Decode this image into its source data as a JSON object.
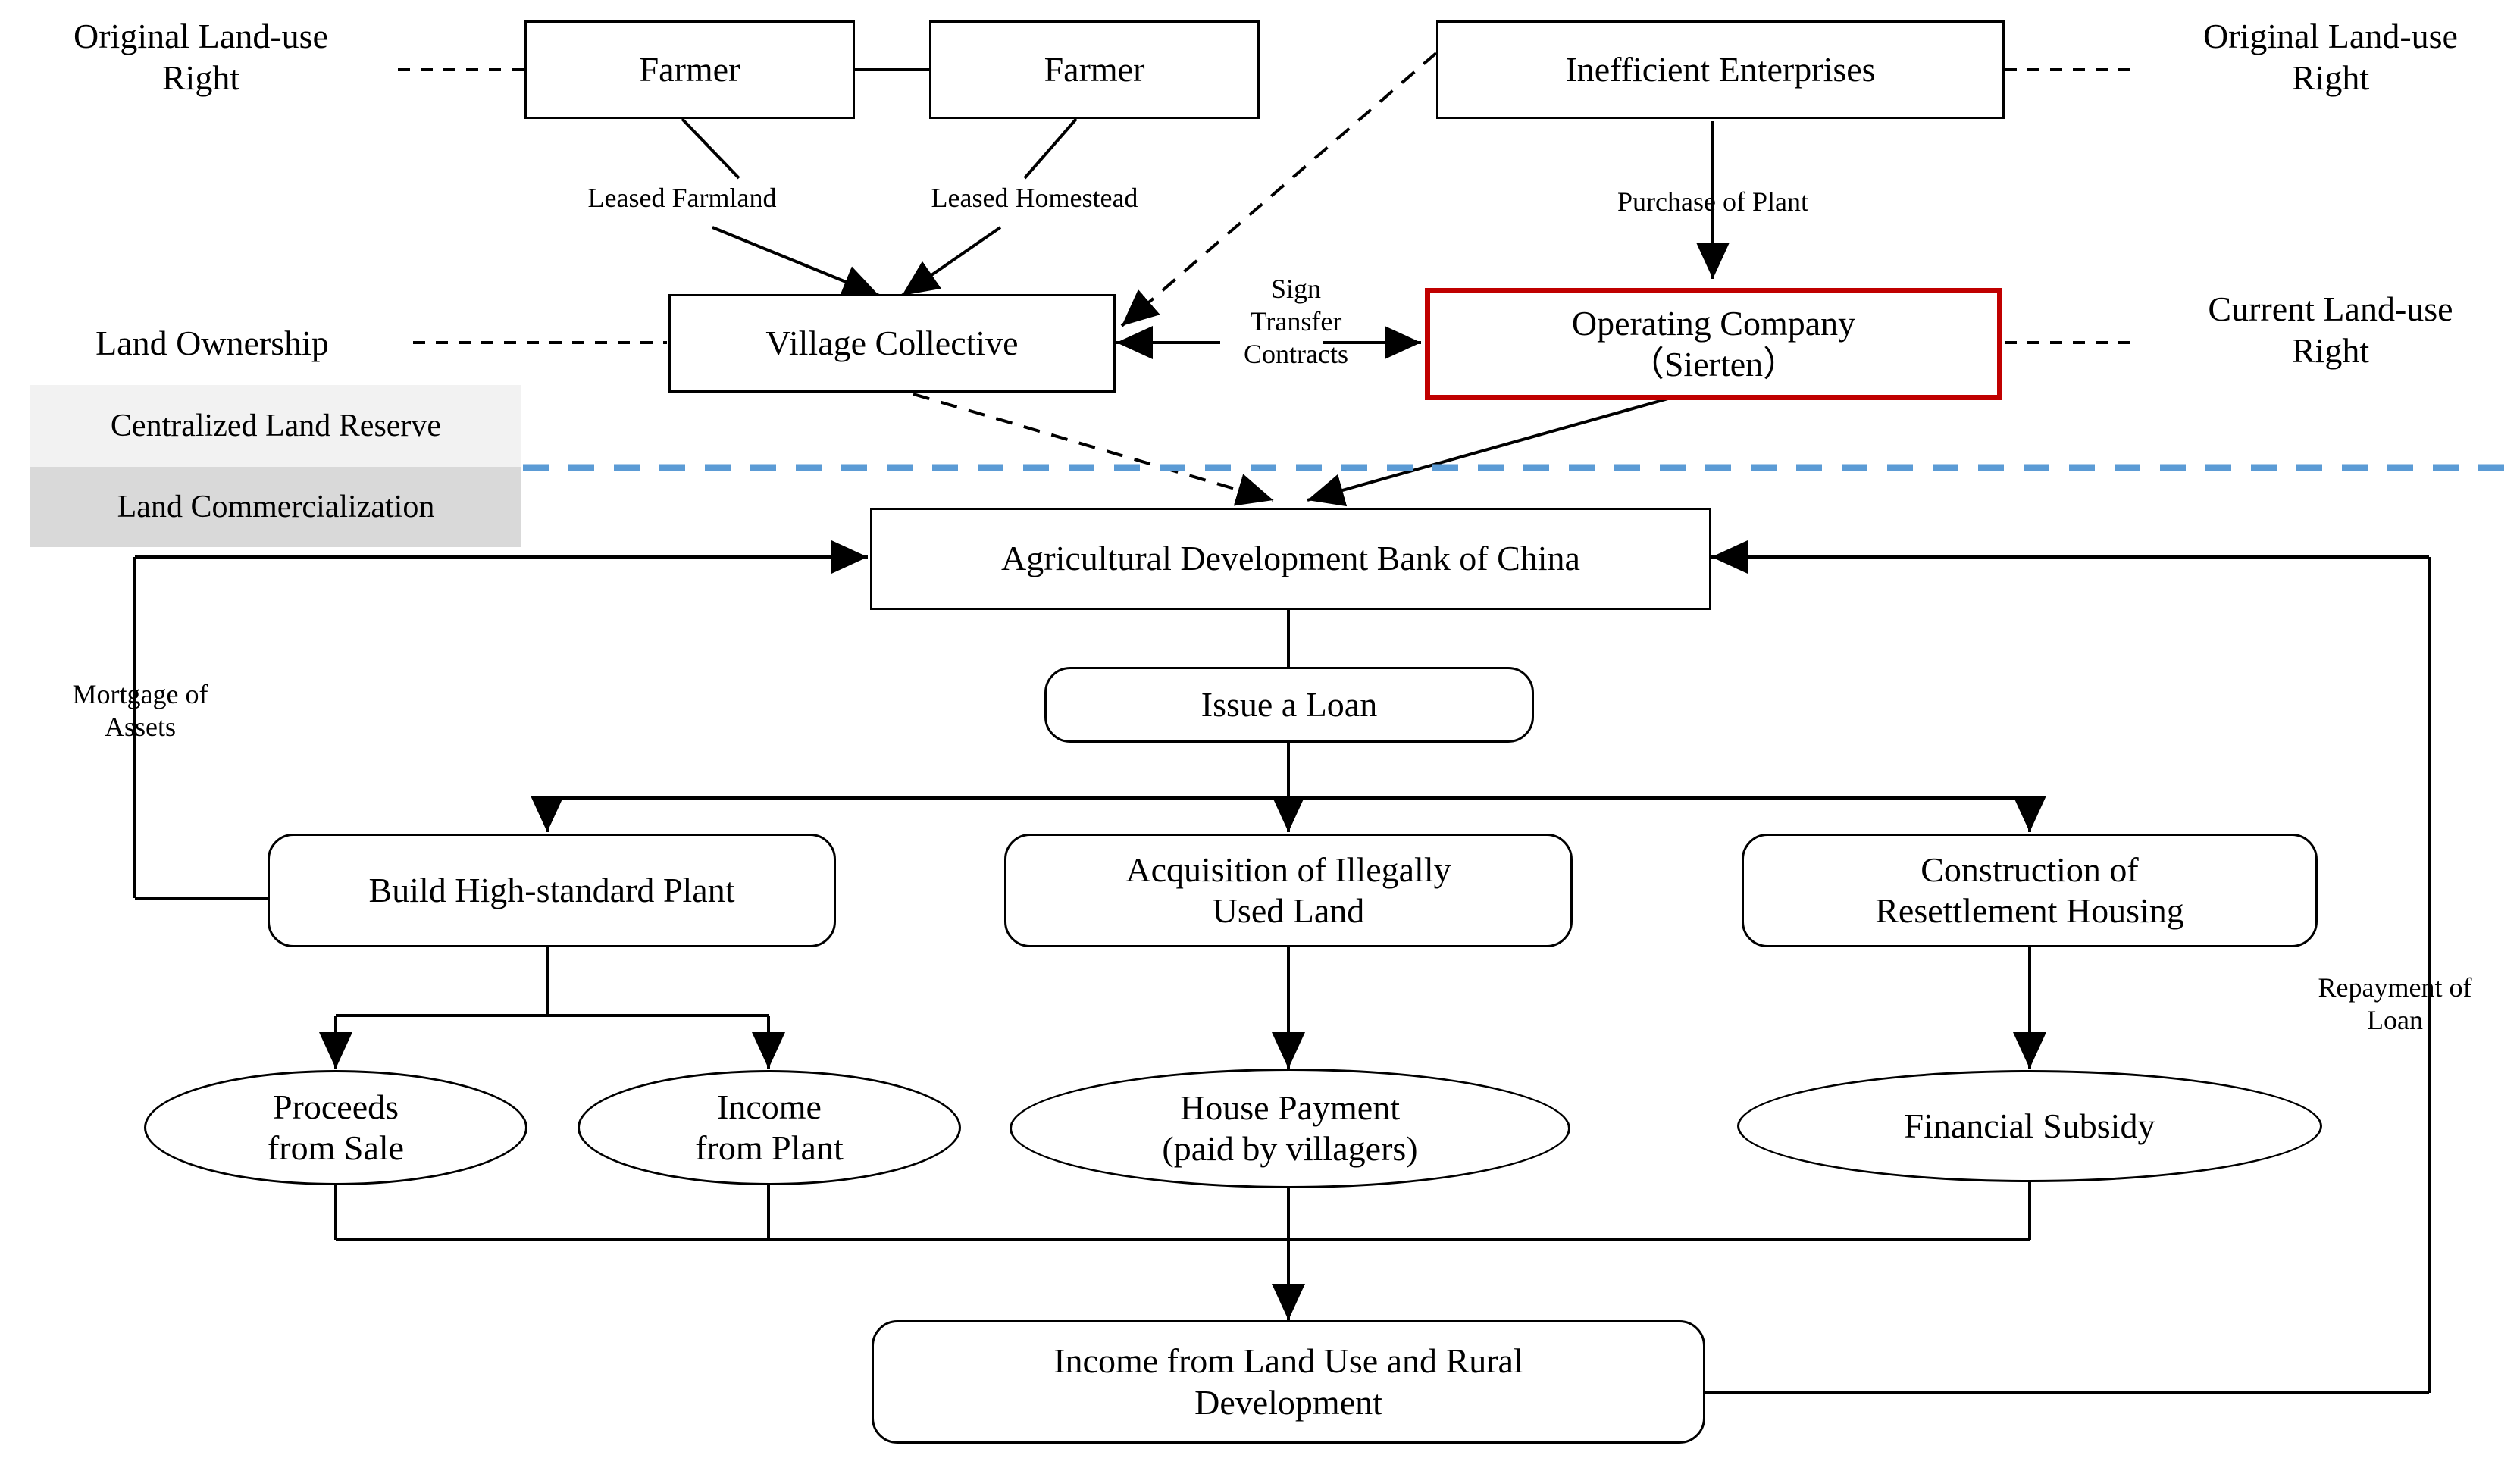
{
  "diagram": {
    "title": "Land reserve and commercialization financing flow",
    "colors": {
      "ink": "#000000",
      "accent_red": "#C00000",
      "divider_blue": "#5B9BD5",
      "tag_light": "#F2F2F2",
      "tag_dark": "#D9D9D9"
    },
    "side_labels": {
      "original_land_use_right_left": "Original Land-use\nRight",
      "original_land_use_right_right": "Original Land-use\nRight",
      "land_ownership": "Land Ownership",
      "current_land_use_right": "Current Land-use\nRight"
    },
    "stage_tags": [
      {
        "id": "centralized-land-reserve",
        "label": "Centralized Land Reserve",
        "bg": "#F2F2F2"
      },
      {
        "id": "land-commercialization",
        "label": "Land Commercialization",
        "bg": "#D9D9D9"
      }
    ],
    "nodes": [
      {
        "id": "farmer-1",
        "label": "Farmer",
        "shape": "rect"
      },
      {
        "id": "farmer-2",
        "label": "Farmer",
        "shape": "rect"
      },
      {
        "id": "inefficient-enterprises",
        "label": "Inefficient Enterprises",
        "shape": "rect"
      },
      {
        "id": "village-collective",
        "label": "Village Collective",
        "shape": "rect"
      },
      {
        "id": "operating-company",
        "label": "Operating Company\n（Sierten）",
        "shape": "rect-red"
      },
      {
        "id": "agricultural-development-bank",
        "label": "Agricultural Development Bank of China",
        "shape": "rect"
      },
      {
        "id": "issue-a-loan",
        "label": "Issue a Loan",
        "shape": "rounded-rect"
      },
      {
        "id": "build-high-standard-plant",
        "label": "Build High-standard Plant",
        "shape": "rounded-rect"
      },
      {
        "id": "acquisition-of-illegally-used-land",
        "label": "Acquisition of Illegally\nUsed Land",
        "shape": "rounded-rect"
      },
      {
        "id": "construction-of-resettlement-housing",
        "label": "Construction of\nResettlement Housing",
        "shape": "rounded-rect"
      },
      {
        "id": "proceeds-from-sale",
        "label": "Proceeds\nfrom Sale",
        "shape": "ellipse"
      },
      {
        "id": "income-from-plant",
        "label": "Income\nfrom Plant",
        "shape": "ellipse"
      },
      {
        "id": "house-payment",
        "label": "House Payment\n(paid by villagers)",
        "shape": "ellipse"
      },
      {
        "id": "financial-subsidy",
        "label": "Financial Subsidy",
        "shape": "ellipse"
      },
      {
        "id": "income-from-land-use",
        "label": "Income from Land Use and Rural\nDevelopment",
        "shape": "rounded-rect"
      }
    ],
    "edge_labels": [
      {
        "id": "leased-farmland",
        "label": "Leased Farmland"
      },
      {
        "id": "leased-homestead",
        "label": "Leased Homestead"
      },
      {
        "id": "purchase-of-plant",
        "label": "Purchase of Plant"
      },
      {
        "id": "sign-transfer-contracts",
        "label": "Sign\nTransfer\nContracts"
      },
      {
        "id": "mortgage-of-assets",
        "label": "Mortgage of\nAssets"
      },
      {
        "id": "repayment-of-loan",
        "label": "Repayment of\nLoan"
      }
    ]
  }
}
